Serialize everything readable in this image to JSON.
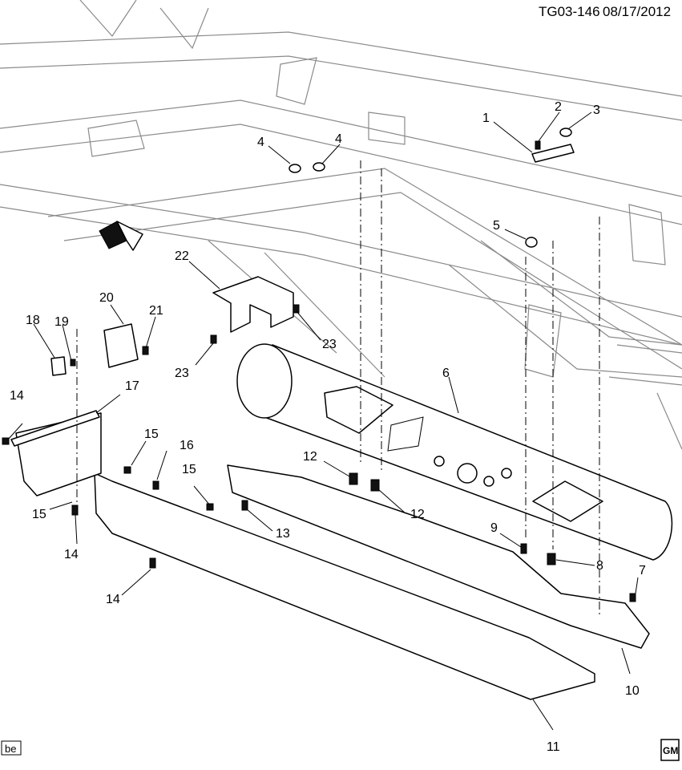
{
  "header": {
    "diagram_id": "TG03-146",
    "date": "08/17/2012"
  },
  "footer": {
    "code_box": "be",
    "logo_text": "GM"
  },
  "callouts": [
    {
      "id": "c1",
      "label": "1"
    },
    {
      "id": "c2",
      "label": "2"
    },
    {
      "id": "c3",
      "label": "3"
    },
    {
      "id": "c4a",
      "label": "4"
    },
    {
      "id": "c4b",
      "label": "4"
    },
    {
      "id": "c5",
      "label": "5"
    },
    {
      "id": "c6",
      "label": "6"
    },
    {
      "id": "c7",
      "label": "7"
    },
    {
      "id": "c8",
      "label": "8"
    },
    {
      "id": "c9",
      "label": "9"
    },
    {
      "id": "c10",
      "label": "10"
    },
    {
      "id": "c11",
      "label": "11"
    },
    {
      "id": "c12a",
      "label": "12"
    },
    {
      "id": "c12b",
      "label": "12"
    },
    {
      "id": "c13",
      "label": "13"
    },
    {
      "id": "c14a",
      "label": "14"
    },
    {
      "id": "c14b",
      "label": "14"
    },
    {
      "id": "c14c",
      "label": "14"
    },
    {
      "id": "c15a",
      "label": "15"
    },
    {
      "id": "c15b",
      "label": "15"
    },
    {
      "id": "c15c",
      "label": "15"
    },
    {
      "id": "c16",
      "label": "16"
    },
    {
      "id": "c17",
      "label": "17"
    },
    {
      "id": "c18",
      "label": "18"
    },
    {
      "id": "c19",
      "label": "19"
    },
    {
      "id": "c20",
      "label": "20"
    },
    {
      "id": "c21",
      "label": "21"
    },
    {
      "id": "c22",
      "label": "22"
    },
    {
      "id": "c23a",
      "label": "23"
    },
    {
      "id": "c23b",
      "label": "23"
    }
  ]
}
